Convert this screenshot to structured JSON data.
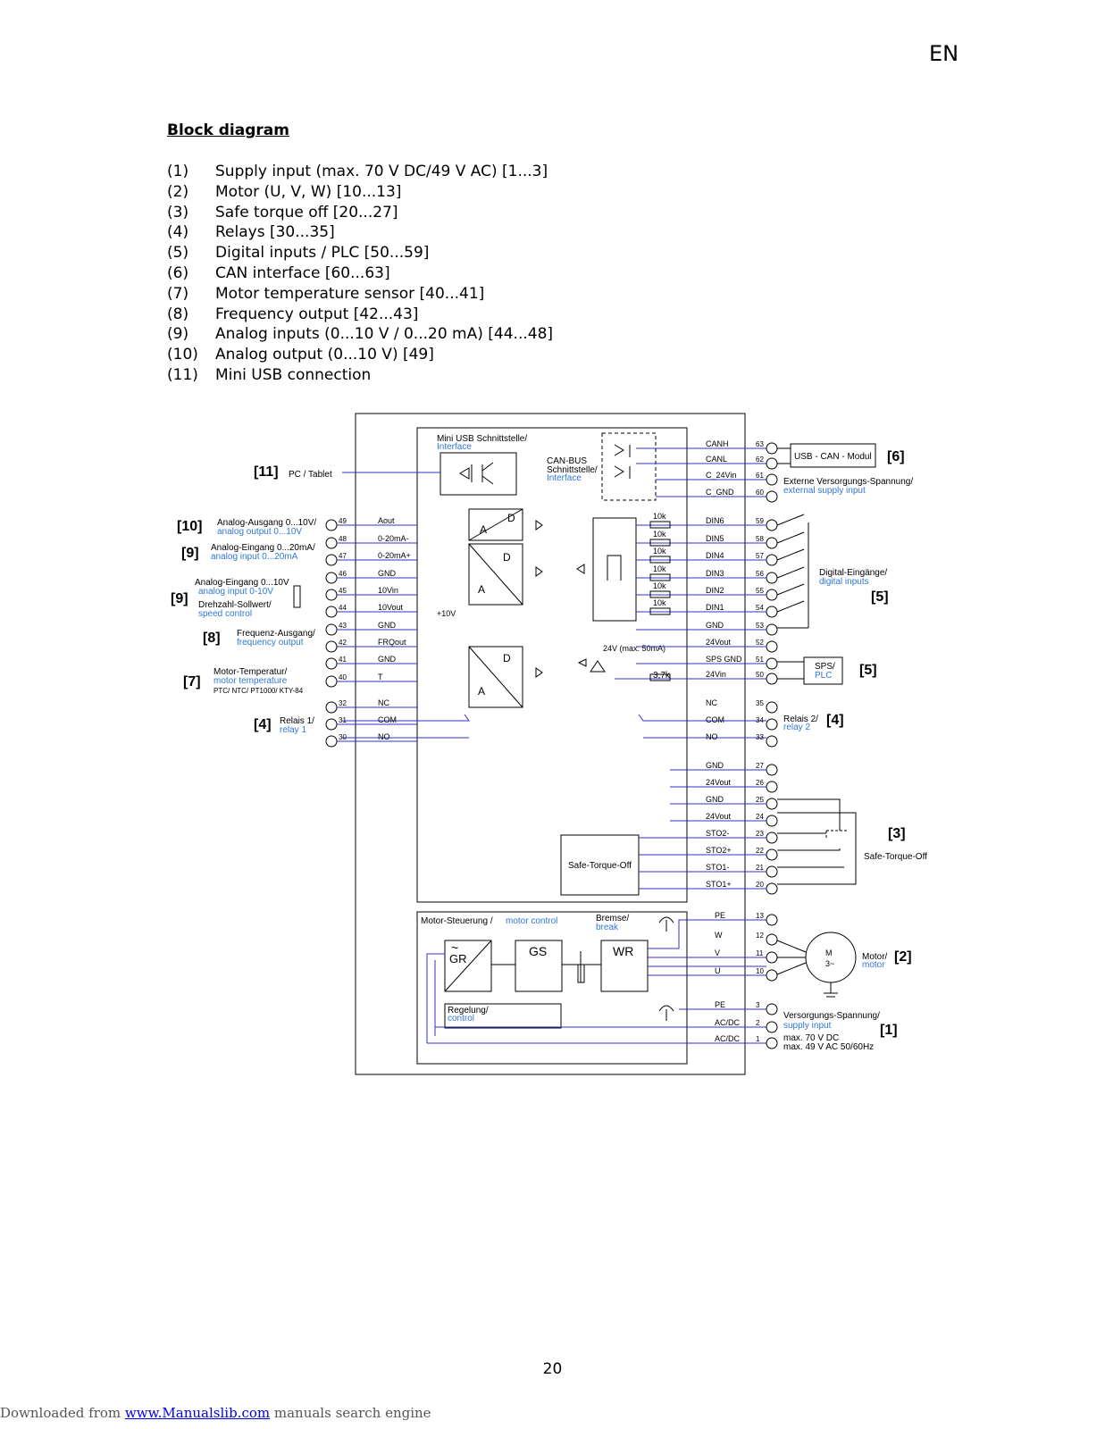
{
  "header": {
    "lang": "EN"
  },
  "title": "Block diagram",
  "items": [
    {
      "num": "(1)",
      "text": "Supply input (max. 70 V DC/49 V AC) [1...3]"
    },
    {
      "num": "(2)",
      "text": "Motor (U, V, W) [10...13]"
    },
    {
      "num": "(3)",
      "text": "Safe torque off [20...27]"
    },
    {
      "num": "(4)",
      "text": "Relays [30...35]"
    },
    {
      "num": "(5)",
      "text": "Digital inputs / PLC [50...59]"
    },
    {
      "num": "(6)",
      "text": "CAN interface [60...63]"
    },
    {
      "num": "(7)",
      "text": "Motor temperature sensor [40...41]"
    },
    {
      "num": "(8)",
      "text": "Frequency output [42...43]"
    },
    {
      "num": "(9)",
      "text": "Analog inputs (0...10 V / 0...20 mA) [44...48]"
    },
    {
      "num": "(10)",
      "text": "Analog output (0...10 V) [49]"
    },
    {
      "num": "(11)",
      "text": "Mini USB connection"
    }
  ],
  "diagram": {
    "left_terminals": [
      {
        "num": "49",
        "sig": "Aout"
      },
      {
        "num": "48",
        "sig": "0-20mA-"
      },
      {
        "num": "47",
        "sig": "0-20mA+"
      },
      {
        "num": "46",
        "sig": "GND"
      },
      {
        "num": "45",
        "sig": "10Vin"
      },
      {
        "num": "44",
        "sig": "10Vout"
      },
      {
        "num": "43",
        "sig": "GND"
      },
      {
        "num": "42",
        "sig": "FRQout"
      },
      {
        "num": "41",
        "sig": "GND"
      },
      {
        "num": "40",
        "sig": "T"
      },
      {
        "num": "32",
        "sig": "NC"
      },
      {
        "num": "31",
        "sig": "COM"
      },
      {
        "num": "30",
        "sig": "NO"
      }
    ],
    "right_terminals": [
      {
        "num": "63",
        "sig": "CANH"
      },
      {
        "num": "62",
        "sig": "CANL"
      },
      {
        "num": "61",
        "sig": "C_24Vin"
      },
      {
        "num": "60",
        "sig": "C_GND"
      },
      {
        "num": "59",
        "sig": "DIN6"
      },
      {
        "num": "58",
        "sig": "DIN5"
      },
      {
        "num": "57",
        "sig": "DIN4"
      },
      {
        "num": "56",
        "sig": "DIN3"
      },
      {
        "num": "55",
        "sig": "DIN2"
      },
      {
        "num": "54",
        "sig": "DIN1"
      },
      {
        "num": "53",
        "sig": "GND"
      },
      {
        "num": "52",
        "sig": "24Vout"
      },
      {
        "num": "51",
        "sig": "SPS GND"
      },
      {
        "num": "50",
        "sig": "24Vin"
      },
      {
        "num": "35",
        "sig": "NC"
      },
      {
        "num": "34",
        "sig": "COM"
      },
      {
        "num": "33",
        "sig": "NO"
      },
      {
        "num": "27",
        "sig": "GND"
      },
      {
        "num": "26",
        "sig": "24Vout"
      },
      {
        "num": "25",
        "sig": "GND"
      },
      {
        "num": "24",
        "sig": "24Vout"
      },
      {
        "num": "23",
        "sig": "STO2-"
      },
      {
        "num": "22",
        "sig": "STO2+"
      },
      {
        "num": "21",
        "sig": "STO1-"
      },
      {
        "num": "20",
        "sig": "STO1+"
      }
    ],
    "power_terminals": [
      {
        "num": "13",
        "sig": "PE"
      },
      {
        "num": "12",
        "sig": "W"
      },
      {
        "num": "11",
        "sig": "V"
      },
      {
        "num": "10",
        "sig": "U"
      },
      {
        "num": "3",
        "sig": "PE"
      },
      {
        "num": "2",
        "sig": "AC/DC"
      },
      {
        "num": "1",
        "sig": "AC/DC"
      }
    ],
    "labels": {
      "usb_de": "Mini USB Schnittstelle/",
      "usb_en": "Interface",
      "can_de1": "CAN-BUS",
      "can_de2": "Schnittstelle/",
      "can_en": "Interface",
      "pc_num": "[11]",
      "pc": "PC / Tablet",
      "aout_num": "[10]",
      "aout_de": "Analog-Ausgang 0...10V/",
      "aout_en": "analog output 0...10V",
      "ain20_num": "[9]",
      "ain20_de": "Analog-Eingang 0...20mA/",
      "ain20_en": "analog input 0...20mA",
      "ain10_num": "[9]",
      "ain10_de": "Analog-Eingang 0...10V",
      "ain10_en": "analog input 0-10V",
      "speed_de": "Drehzahl-Sollwert/",
      "speed_en": "speed control",
      "freq_num": "[8]",
      "freq_de": "Frequenz-Ausgang/",
      "freq_en": "frequency output",
      "temp_num": "[7]",
      "temp_de": "Motor-Temperatur/",
      "temp_en": "motor temperature",
      "temp_types": "PTC/ NTC/ PT1000/ KTY-84",
      "relay1_num": "[4]",
      "relay1_de": "Relais 1/",
      "relay1_en": "relay 1",
      "relay2_de": "Relais 2/",
      "relay2_en": "relay 2",
      "relay2_num": "[4]",
      "usbcan": "USB - CAN - Modul",
      "usbcan_num": "[6]",
      "ext_de": "Externe Versorgungs-Spannung/",
      "ext_en": "external supply input",
      "din_de": "Digital-Eingänge/",
      "din_en": "digital inputs",
      "din_num": "[5]",
      "sps_de": "SPS/",
      "sps_en": "PLC",
      "sps_num": "[5]",
      "sto_num": "[3]",
      "sto": "Safe-Torque-Off",
      "sto_box": "Safe-Torque-Off",
      "motor_de": "Motor/",
      "motor_en": "motor",
      "motor_num": "[2]",
      "supply_de": "Versorgungs-Spannung/",
      "supply_en": "supply input",
      "supply_num": "[1]",
      "supply_max1": "max. 70 V DC",
      "supply_max2": "max. 49 V AC 50/60Hz",
      "motorctl_de": "Motor-Steuerung /",
      "motorctl_en": "motor control",
      "brake_de": "Bremse/",
      "brake_en": "break",
      "gr": "GR",
      "gs": "GS",
      "wr": "WR",
      "regel_de": "Regelung/",
      "regel_en": "control",
      "res10k": "10k",
      "res37": "3,7k",
      "v24max": "24V (max. 50mA)",
      "plus10v": "+10V",
      "m": "M",
      "m3": "3~",
      "adc_a": "A",
      "adc_d": "D",
      "tilde": "~"
    }
  }
}
